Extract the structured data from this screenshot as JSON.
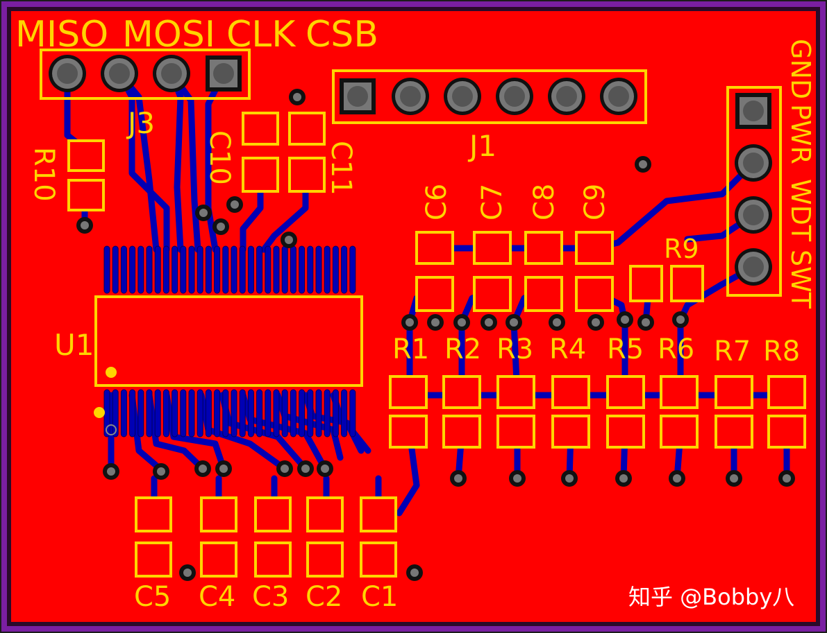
{
  "colors": {
    "background": "#1c1c1c",
    "board_outline": "#7a1fa2",
    "copper_pour": "#ff0000",
    "trace": "#0000b4",
    "silkscreen": "#FFD500",
    "pad": "#ff0000",
    "hole": "#555555"
  },
  "labels": {
    "miso": "MISO",
    "mosi": "MOSI",
    "clk": "CLK",
    "csb": "CSB",
    "j3": "J3",
    "j1": "J1",
    "r10": "R10",
    "c10": "C10",
    "c11": "C11",
    "c6": "C6",
    "c7": "C7",
    "c8": "C8",
    "c9": "C9",
    "r9": "R9",
    "u1": "U1",
    "r1": "R1",
    "r2": "R2",
    "r3": "R3",
    "r4": "R4",
    "r5": "R5",
    "r6": "R6",
    "r7": "R7",
    "r8": "R8",
    "c5": "C5",
    "c4": "C4",
    "c3": "C3",
    "c2": "C2",
    "c1": "C1",
    "gnd": "GND",
    "pwr": "PWR",
    "wdt": "WDT",
    "swt": "SWT"
  },
  "watermark": "知乎 @Bobby八"
}
